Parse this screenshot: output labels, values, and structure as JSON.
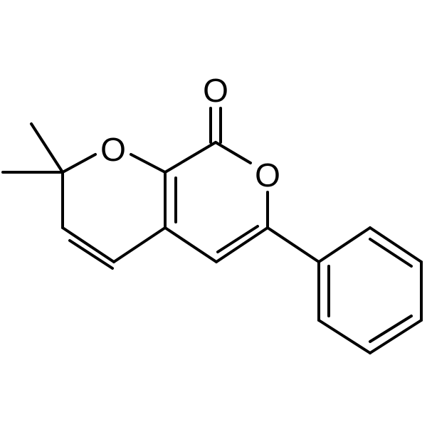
{
  "molecule": {
    "atoms": {
      "carbonyl_oxygen": "O",
      "pyran_oxygen": "O",
      "lactone_oxygen": "O"
    }
  },
  "colors": {
    "bond": "#000000",
    "label": "#000000",
    "background": "#ffffff"
  }
}
